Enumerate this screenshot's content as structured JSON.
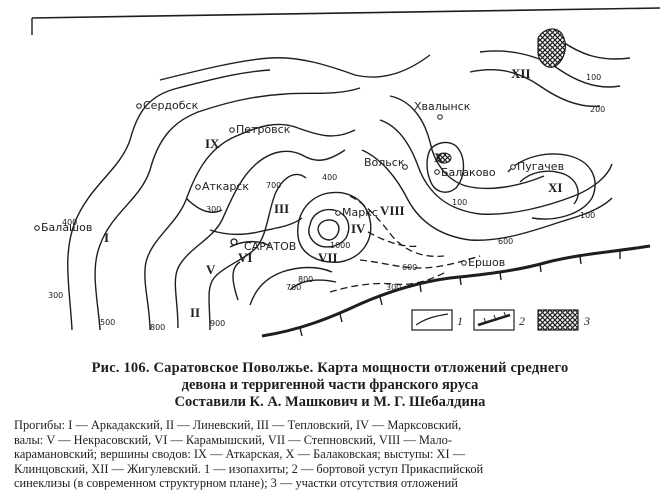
{
  "figure": {
    "caption_prefix": "Рис. 106.",
    "caption_line1": "Саратовское Поволжье. Карта мощности отложений среднего",
    "caption_line2": "девона и терригенной части франского яруса",
    "caption_line3": "Составили К. А. Машкович и М. Г. Шебалдина"
  },
  "legend_lines": [
    "Прогибы: I — Аркадакский, II — Линевский, III — Тепловский, IV — Марксовский,",
    "валы: V — Некрасовский, VI — Карамышский, VII — Степновский, VIII — Мало-",
    "карамановский; вершины сводов: IX — Аткарская, X — Балаковская; выступы: XI —",
    "Клинцовский, XII — Жигулевский. 1 — изопахиты; 2 — бортовой уступ Прикаспийской",
    "синеклизы (в современном структурном плане); 3 — участки отсутствия отложений"
  ],
  "map": {
    "cities": [
      {
        "name": "Сердобск"
      },
      {
        "name": "Петровск"
      },
      {
        "name": "Хвалынск"
      },
      {
        "name": "Вольск"
      },
      {
        "name": "Балаково"
      },
      {
        "name": "Пугачев"
      },
      {
        "name": "Аткарск"
      },
      {
        "name": "Маркс"
      },
      {
        "name": "Балашов"
      },
      {
        "name": "САРАТОВ"
      },
      {
        "name": "Ершов"
      }
    ],
    "structures": [
      "I",
      "II",
      "III",
      "IV",
      "V",
      "VI",
      "VII",
      "VIII",
      "IX",
      "X",
      "XI",
      "XII"
    ],
    "isopach_labels": [
      "100",
      "200",
      "300",
      "400",
      "500",
      "600",
      "700",
      "800",
      "900",
      "1000"
    ],
    "legend_keys": [
      "1",
      "2",
      "3"
    ]
  },
  "colors": {
    "ink": "#1e1e1e",
    "paper": "#ffffff"
  }
}
